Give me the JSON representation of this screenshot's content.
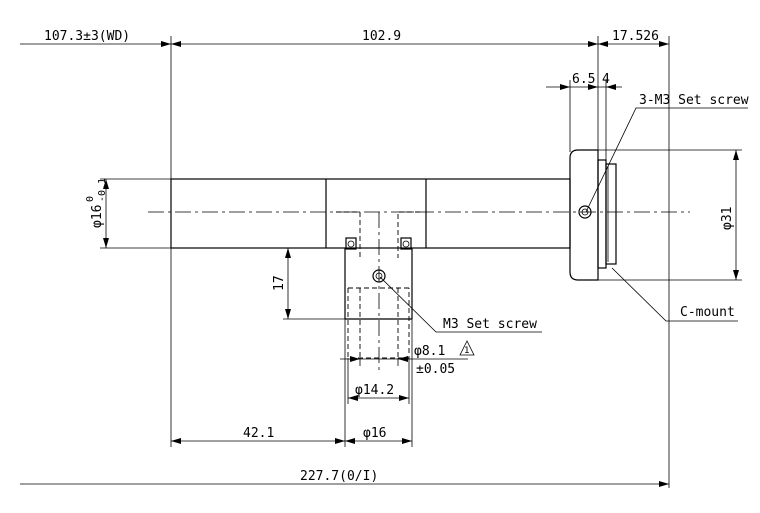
{
  "dimensions": {
    "wd": "107.3±3(WD)",
    "body_length": "102.9",
    "flange_length": "17.526",
    "set_screw_offset": "6.5",
    "set_screw_pitch": "4",
    "tube_diameter": "φ16",
    "tube_tol_upper": "0",
    "tube_tol_lower": "-0.1",
    "port_height": "17",
    "mount_diameter": "φ31",
    "port_inner": "φ8.1",
    "port_inner_tol": "±0.05",
    "port_outer": "φ14.2",
    "port_flange": "φ16",
    "port_position": "42.1",
    "overall_length": "227.7(0/I)",
    "datum_symbol": "1"
  },
  "callouts": {
    "set_screw_3": "3-M3 Set screw",
    "set_screw_port": "M3 Set screw",
    "c_mount": "C-mount"
  }
}
